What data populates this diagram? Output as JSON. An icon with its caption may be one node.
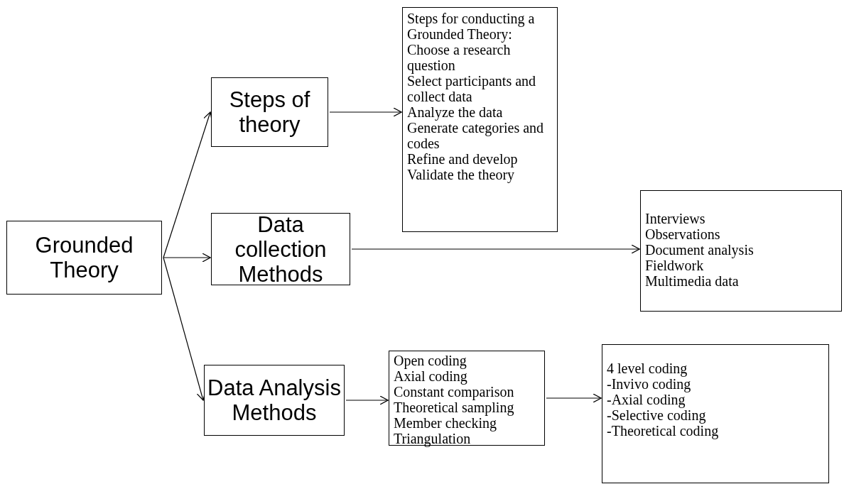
{
  "diagram": {
    "nodes": [
      {
        "text": [
          "Grounded Theory"
        ]
      },
      {
        "text": [
          "Steps of theory"
        ]
      },
      {
        "text": [
          "Steps for conducting a Grounded Theory:",
          "Choose a research question",
          "Select participants and collect data",
          "Analyze the data",
          "Generate categories and codes",
          "Refine and develop",
          "Validate the theory"
        ]
      },
      {
        "text": [
          "Data collection Methods"
        ]
      },
      {
        "text": [
          "Interviews",
          "Observations",
          "Document analysis",
          "Fieldwork",
          "Multimedia data"
        ]
      },
      {
        "text": [
          "Data Analysis Methods"
        ]
      },
      {
        "text": [
          "Open coding",
          "Axial coding",
          "Constant comparison",
          "Theoretical sampling",
          "Member checking",
          "Triangulation"
        ]
      },
      {
        "text": [
          "4 level coding",
          "-Invivo coding",
          "-Axial coding",
          "-Selective coding",
          "-Theoretical coding"
        ]
      }
    ],
    "edges": [
      {
        "from": 0,
        "to": 1,
        "arrow": "to"
      },
      {
        "from": 0,
        "to": 3,
        "arrow": "to"
      },
      {
        "from": 0,
        "to": 5,
        "arrow": "to"
      },
      {
        "from": 1,
        "to": 2,
        "arrow": "to"
      },
      {
        "from": 3,
        "to": 4,
        "arrow": "to"
      },
      {
        "from": 5,
        "to": 6,
        "arrow": "to"
      },
      {
        "from": 6,
        "to": 7,
        "arrow": "to"
      }
    ]
  }
}
